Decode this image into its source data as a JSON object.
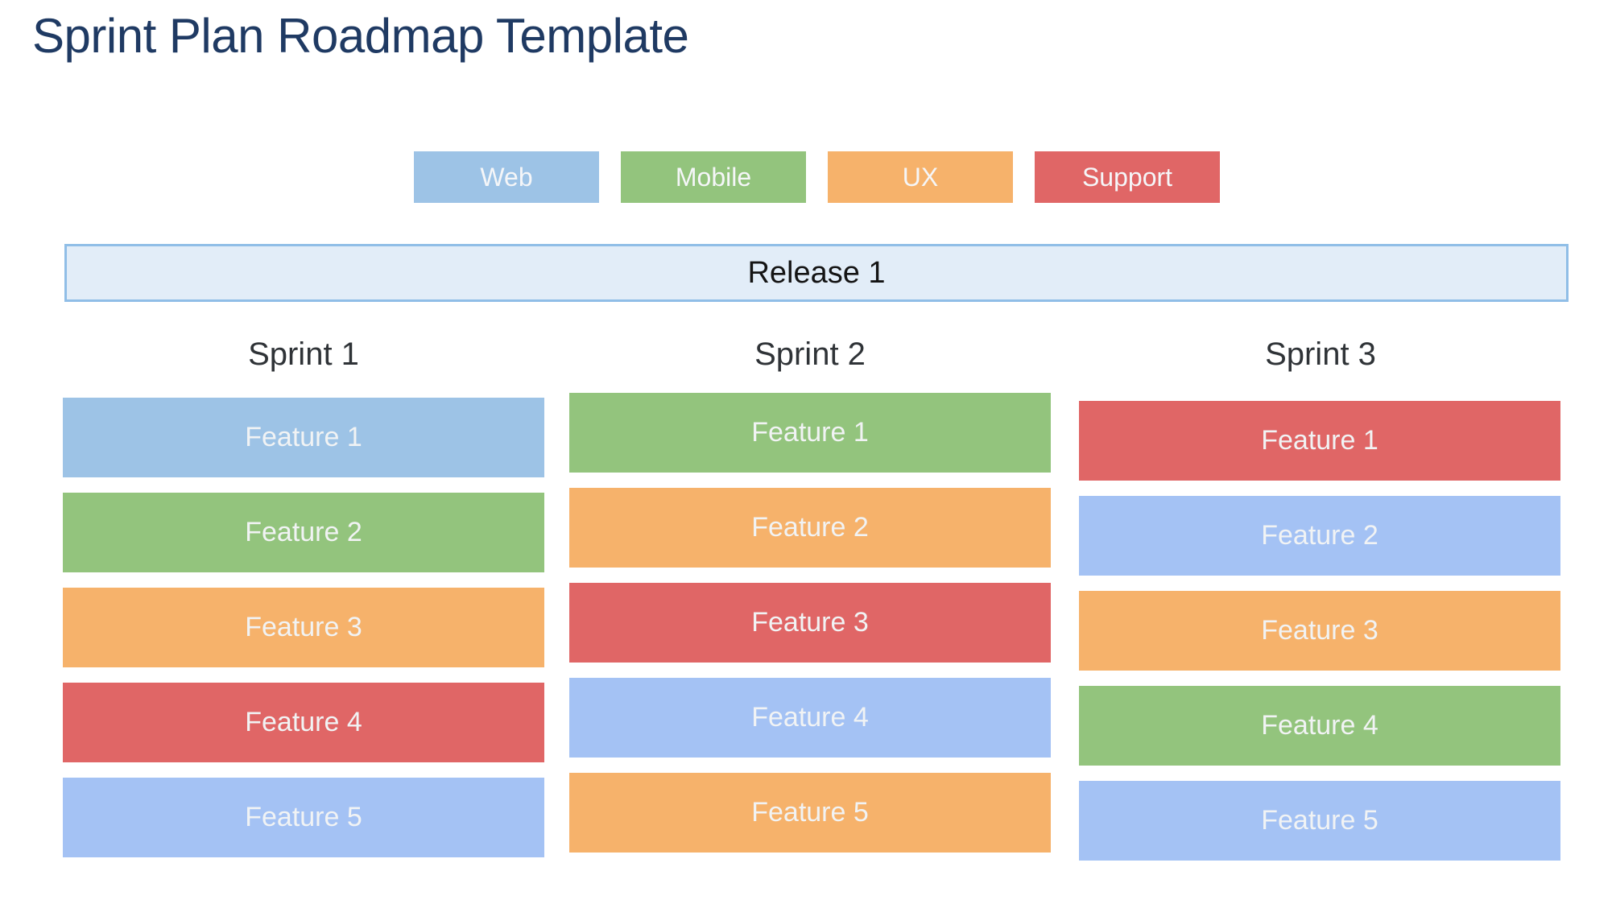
{
  "title": "Sprint Plan Roadmap Template",
  "palette": {
    "title_text": "#1F3A63",
    "sprint_header_text": "#2F3337",
    "feature_text": "#F1F3F4",
    "web_blue": "#9DC3E6",
    "periwinkle_blue": "#A4C2F4",
    "mobile_green": "#93C47D",
    "ux_orange": "#F6B26B",
    "support_red": "#E06666"
  },
  "legend": {
    "items": [
      {
        "label": "Web",
        "color": "#9DC3E6"
      },
      {
        "label": "Mobile",
        "color": "#93C47D"
      },
      {
        "label": "UX",
        "color": "#F6B26B"
      },
      {
        "label": "Support",
        "color": "#E06666"
      }
    ]
  },
  "release": {
    "label": "Release 1",
    "fill": "#E2EDF8",
    "border": "#90BEE7"
  },
  "sprints": [
    {
      "name": "Sprint 1",
      "features": [
        {
          "label": "Feature 1",
          "category": "Web",
          "color": "#9DC3E6"
        },
        {
          "label": "Feature 2",
          "category": "Mobile",
          "color": "#93C47D"
        },
        {
          "label": "Feature 3",
          "category": "UX",
          "color": "#F6B26B"
        },
        {
          "label": "Feature 4",
          "category": "Support",
          "color": "#E06666"
        },
        {
          "label": "Feature 5",
          "category": "Web",
          "color": "#A4C2F4"
        }
      ]
    },
    {
      "name": "Sprint 2",
      "features": [
        {
          "label": "Feature 1",
          "category": "Mobile",
          "color": "#93C47D"
        },
        {
          "label": "Feature 2",
          "category": "UX",
          "color": "#F6B26B"
        },
        {
          "label": "Feature 3",
          "category": "Support",
          "color": "#E06666"
        },
        {
          "label": "Feature 4",
          "category": "Web",
          "color": "#A4C2F4"
        },
        {
          "label": "Feature 5",
          "category": "UX",
          "color": "#F6B26B"
        }
      ]
    },
    {
      "name": "Sprint 3",
      "features": [
        {
          "label": "Feature 1",
          "category": "Support",
          "color": "#E06666"
        },
        {
          "label": "Feature 2",
          "category": "Web",
          "color": "#A4C2F4"
        },
        {
          "label": "Feature 3",
          "category": "UX",
          "color": "#F6B26B"
        },
        {
          "label": "Feature 4",
          "category": "Mobile",
          "color": "#93C47D"
        },
        {
          "label": "Feature 5",
          "category": "Web",
          "color": "#A4C2F4"
        }
      ]
    }
  ]
}
